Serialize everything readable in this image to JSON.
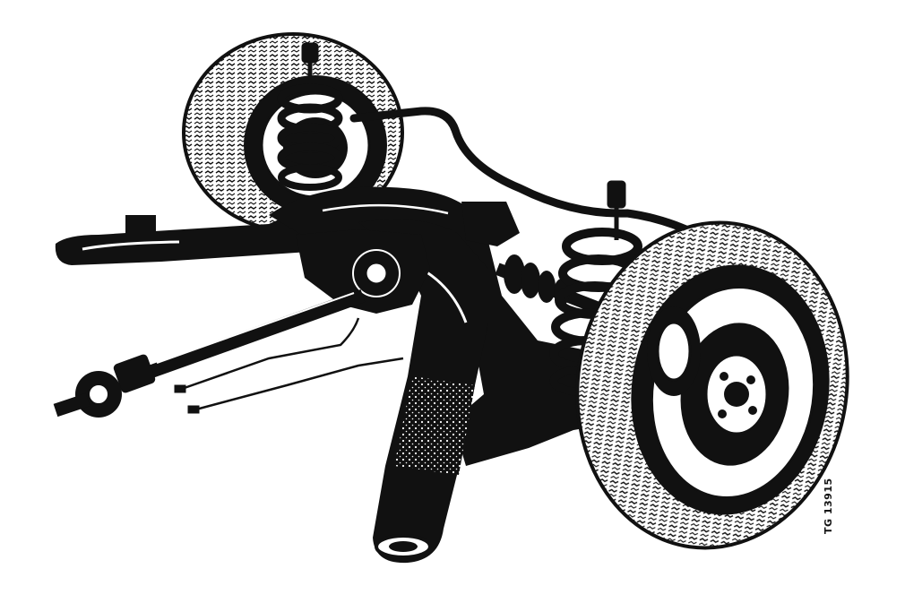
{
  "illustration": {
    "subject": "rear-axle-suspension-assembly",
    "style": "black-and-white technical line drawing",
    "ink_color": "#111111",
    "paper_color": "#ffffff",
    "reference_code": "TG 13915"
  }
}
